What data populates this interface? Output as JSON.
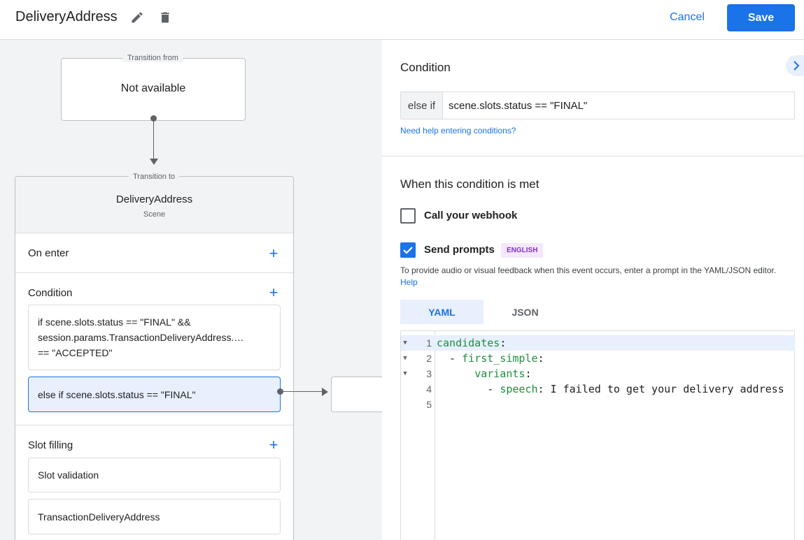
{
  "header": {
    "title": "DeliveryAddress",
    "cancel_label": "Cancel",
    "save_label": "Save",
    "edit_icon": "pencil-icon",
    "delete_icon": "trash-icon"
  },
  "canvas": {
    "from_label": "Transition from",
    "from_value": "Not available",
    "to_label": "Transition to",
    "scene_name": "DeliveryAddress",
    "scene_type": "Scene",
    "on_enter_label": "On enter",
    "condition_label": "Condition",
    "condition_1_lines": [
      "if scene.slots.status == \"FINAL\" &&",
      "session.params.TransactionDeliveryAddress.…",
      "== \"ACCEPTED\""
    ],
    "condition_2": "else if scene.slots.status == \"FINAL\"",
    "slot_filling_label": "Slot filling",
    "slot_validation": "Slot validation",
    "slot_name": "TransactionDeliveryAddress"
  },
  "panel": {
    "condition_heading": "Condition",
    "condition_prefix": "else if",
    "condition_value": "scene.slots.status == \"FINAL\"",
    "help_link": "Need help entering conditions?",
    "met_heading": "When this condition is met",
    "webhook_label": "Call your webhook",
    "webhook_checked": false,
    "prompts_label": "Send prompts",
    "prompts_checked": true,
    "language_badge": "ENGLISH",
    "description": "To provide audio or visual feedback when this event occurs, enter a prompt in the YAML/JSON editor.",
    "description_link": "Help",
    "tabs": [
      "YAML",
      "JSON"
    ],
    "active_tab": "YAML",
    "editor_lines": [
      {
        "num": "1",
        "indent": "",
        "key": "candidates",
        "rest": ":"
      },
      {
        "num": "2",
        "indent": "  - ",
        "key": "first_simple",
        "rest": ":"
      },
      {
        "num": "3",
        "indent": "      ",
        "key": "variants",
        "rest": ":"
      },
      {
        "num": "4",
        "indent": "        - ",
        "key": "speech",
        "rest": ": I failed to get your delivery address"
      },
      {
        "num": "5",
        "indent": "",
        "key": "",
        "rest": ""
      }
    ]
  },
  "colors": {
    "accent": "#1a73e8",
    "yaml_key": "#1e8e3e",
    "badge_text": "#8430ce"
  }
}
